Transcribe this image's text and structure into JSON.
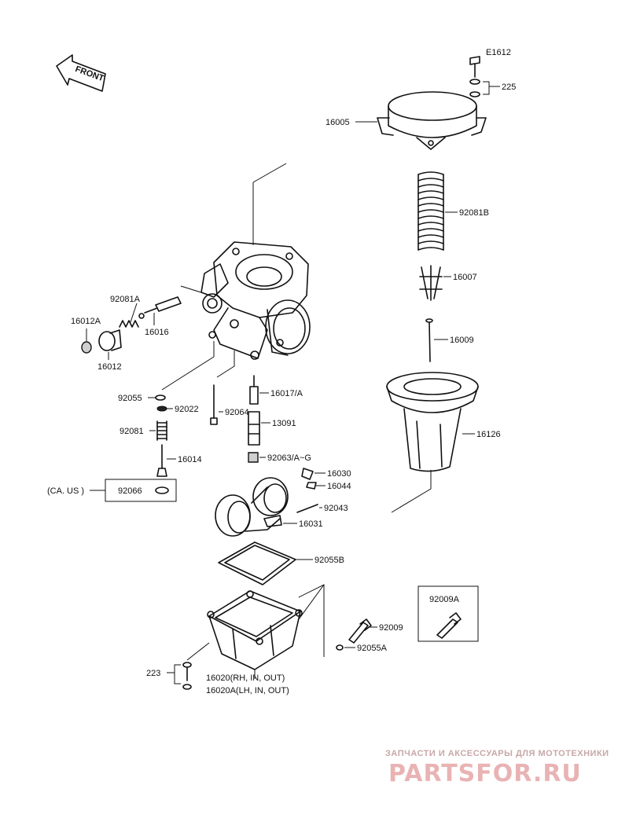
{
  "diagram_code": "E1612",
  "front_label": "FRONT",
  "labels": {
    "p225": "225",
    "p16005": "16005",
    "p92081B": "92081B",
    "p16007": "16007",
    "p16009": "16009",
    "p16126": "16126",
    "p92081A": "92081A",
    "p16012A": "16012A",
    "p16016": "16016",
    "p16012": "16012",
    "p92055": "92055",
    "p92022": "92022",
    "p16017A": "16017/A",
    "p92064": "92064",
    "p13091": "13091",
    "p92081": "92081",
    "p16014": "16014",
    "p92063": "92063/A~G",
    "p16030": "16030",
    "p16044": "16044",
    "pCA": "(CA. US )",
    "p92066": "92066",
    "p92043": "92043",
    "p16031": "16031",
    "p92055B": "92055B",
    "p92009A": "92009A",
    "p92009": "92009",
    "p92055A": "92055A",
    "p223": "223",
    "p16020": "16020(RH, IN, OUT)",
    "p16020A": "16020A(LH, IN, OUT)"
  },
  "watermark": {
    "tagline": "ЗАПЧАСТИ И АКСЕССУАРЫ ДЛЯ МОТОТЕХНИКИ",
    "logo": "PARTSFOR.RU"
  }
}
